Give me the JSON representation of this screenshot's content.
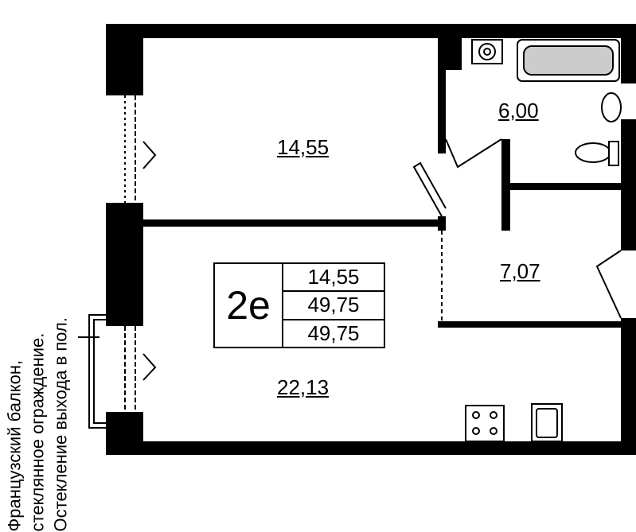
{
  "rooms": {
    "room1_area": "14,55",
    "bathroom_area": "6,00",
    "hall_area": "7,07",
    "kitchen_living_area": "22,13"
  },
  "apartment_table": {
    "type": "2е",
    "living_area": "14,55",
    "total_area": "49,75",
    "total_area_with_balcony": "49,75"
  },
  "note": {
    "line1": "Французский балкон,",
    "line2": "стеклянное ограждение.",
    "line3": "Остекление выхода в пол."
  }
}
